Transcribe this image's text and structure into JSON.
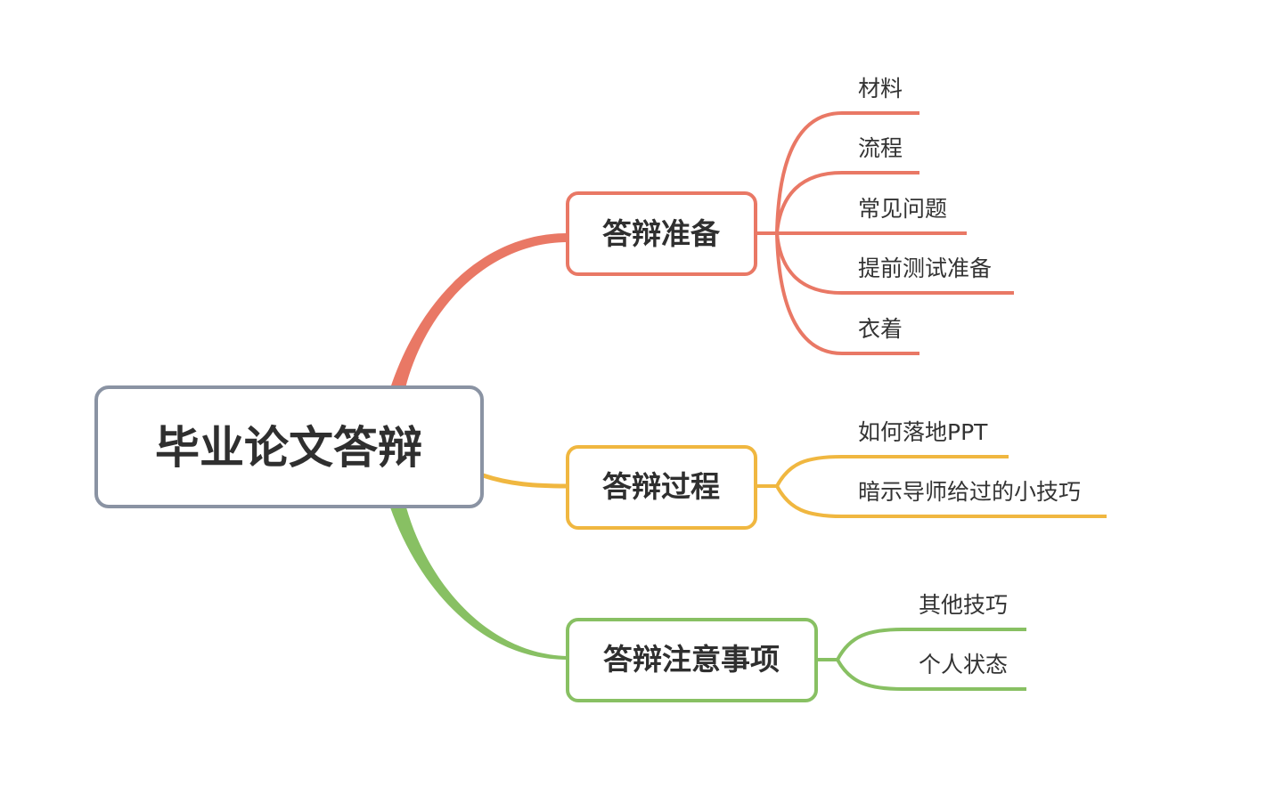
{
  "colors": {
    "root_border": "#8a93a3",
    "prep": "#e97865",
    "process": "#f0b740",
    "notes": "#88c063",
    "text": "#2f2f2f"
  },
  "mindmap": {
    "root": {
      "label": "毕业论文答辩"
    },
    "branches": [
      {
        "label": "答辩准备",
        "color_key": "prep",
        "children": [
          "材料",
          "流程",
          "常见问题",
          "提前测试准备",
          "衣着"
        ]
      },
      {
        "label": "答辩过程",
        "color_key": "process",
        "children": [
          "如何落地PPT",
          "暗示导师给过的小技巧"
        ]
      },
      {
        "label": "答辩注意事项",
        "color_key": "notes",
        "children": [
          "其他技巧",
          "个人状态"
        ]
      }
    ]
  }
}
